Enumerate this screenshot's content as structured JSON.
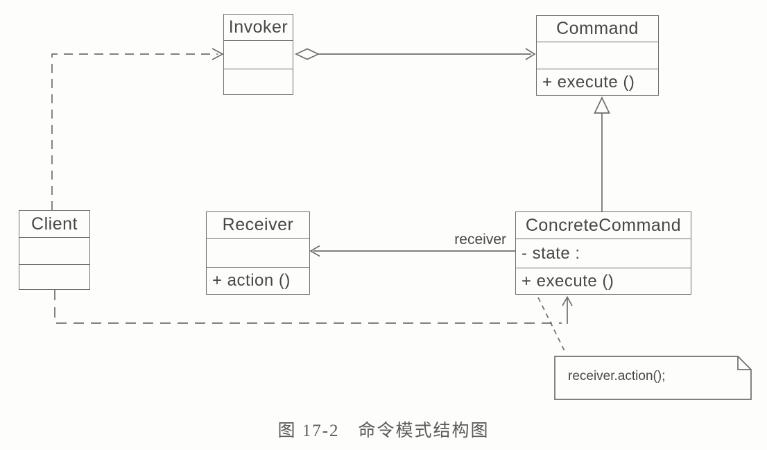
{
  "classes": {
    "invoker": {
      "name": "Invoker",
      "attributes": "",
      "operations": ""
    },
    "command": {
      "name": "Command",
      "attributes": "",
      "operations": "+ execute ()"
    },
    "client": {
      "name": "Client",
      "attributes": "",
      "operations": ""
    },
    "receiver": {
      "name": "Receiver",
      "attributes": "",
      "operations": "+ action ()"
    },
    "concrete_command": {
      "name": "ConcreteCommand",
      "attributes": "- state :",
      "operations": "+ execute ()"
    }
  },
  "labels": {
    "association_role": "receiver"
  },
  "note": {
    "text": "receiver.action();"
  },
  "caption": {
    "text": "图 17-2　命令模式结构图"
  },
  "edges": [
    {
      "from": "Client",
      "to": "Invoker",
      "type": "dashed-dependency",
      "arrow": "open"
    },
    {
      "from": "Invoker",
      "to": "Command",
      "type": "aggregation",
      "diamond": "hollow",
      "arrow": "open"
    },
    {
      "from": "ConcreteCommand",
      "to": "Command",
      "type": "generalization",
      "arrow": "hollow-triangle"
    },
    {
      "from": "ConcreteCommand",
      "to": "Receiver",
      "type": "association",
      "arrow": "open",
      "label": "receiver"
    },
    {
      "from": "Client",
      "to": "ConcreteCommand",
      "type": "dashed-dependency",
      "arrow": "open"
    },
    {
      "from": "ConcreteCommand",
      "to": "note",
      "type": "note-anchor"
    }
  ],
  "colors": {
    "line": "#6e6e6e",
    "text": "#474747",
    "caption_text": "#5a5a5a",
    "background": "#fdfdfc"
  }
}
